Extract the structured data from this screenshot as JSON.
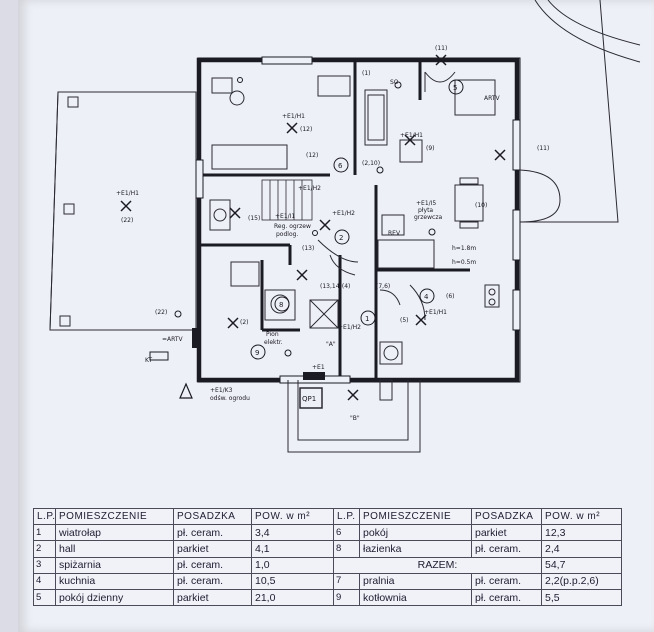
{
  "plan": {
    "room_numbers": [
      "1",
      "2",
      "4",
      "5",
      "6",
      "8",
      "9",
      "10",
      "11",
      "12",
      "13",
      "14",
      "15",
      "22"
    ],
    "circuit_labels": {
      "e1_h1_garage": "+E1/H1",
      "e1_h1_living": "+E1/H1",
      "e1_h1_right": "+E1/H1",
      "e1_h1_kitchen": "+E1/H1",
      "e1_h2_hall": "+E1/H2",
      "e1_h2_vest": "+E1/H2",
      "e1_h2_lower": "+E1/H2",
      "e1_i1": "+E1/I1",
      "e1_i5": "+E1/I5",
      "e1_k3": "+E1/K3",
      "e1_small": "+E1",
      "artv_left": "=ARTV",
      "artv_right": "ARTV",
      "kt": "KT",
      "so": "SO",
      "rev": "REV",
      "qp1": "QP1"
    },
    "annotations": {
      "reg_ogrzew": "Reg. ogrzew",
      "podlog": "podlog.",
      "pion": "Pion",
      "elektr": "elektr.",
      "plyta": "płyta",
      "grzewcza": "grzewcza",
      "odsw": "odśw. ogrodu",
      "height_18": "h=1.8m",
      "height_05": "h=0.5m",
      "marker_a": "\"A\"",
      "marker_b": "\"B\""
    }
  },
  "legend": {
    "headers": {
      "lp": "L.P.",
      "room": "POMIESZCZENIE",
      "floor": "POSADZKA",
      "area": "POW. w m²"
    },
    "rows_left": [
      {
        "lp": "1",
        "room": "wiatrołap",
        "floor": "pł. ceram.",
        "area": "3,4"
      },
      {
        "lp": "2",
        "room": "hall",
        "floor": "parkiet",
        "area": "4,1"
      },
      {
        "lp": "3",
        "room": "spiżarnia",
        "floor": "pł. ceram.",
        "area": "1,0"
      },
      {
        "lp": "4",
        "room": "kuchnia",
        "floor": "pł. ceram.",
        "area": "10,5"
      },
      {
        "lp": "5",
        "room": "pokój dzienny",
        "floor": "parkiet",
        "area": "21,0"
      }
    ],
    "rows_right": [
      {
        "lp": "6",
        "room": "pokój",
        "floor": "parkiet",
        "area": "12,3"
      },
      {
        "lp": "8",
        "room": "łazienka",
        "floor": "pł. ceram.",
        "area": "2,4"
      },
      {
        "lp": "",
        "room": "",
        "floor": "",
        "area": "54,7"
      },
      {
        "lp": "7",
        "room": "pralnia",
        "floor": "pł. ceram.",
        "area": "2,2(p.p.2,6)"
      },
      {
        "lp": "9",
        "room": "kotłownia",
        "floor": "pł. ceram.",
        "area": "5,5"
      }
    ],
    "razem": "RAZEM:"
  }
}
